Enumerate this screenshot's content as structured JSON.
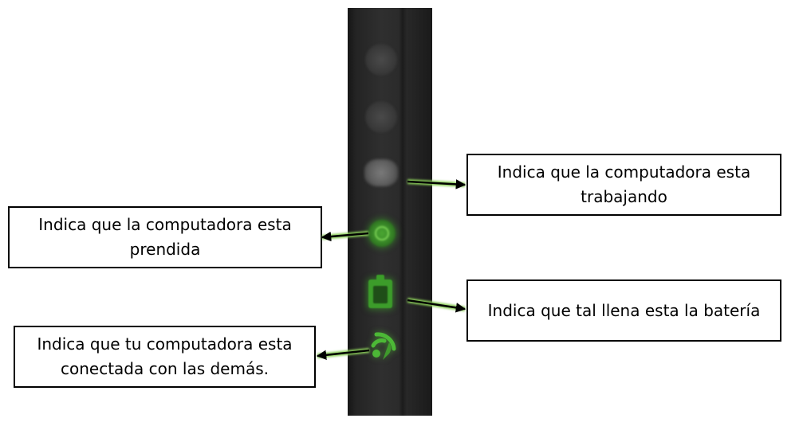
{
  "indicators": {
    "working": {
      "icon": "disk-activity-led",
      "state": "on"
    },
    "power": {
      "icon": "power-icon",
      "state": "on",
      "color": "#3d8f2a"
    },
    "battery": {
      "icon": "battery-icon",
      "state": "on",
      "color": "#3c9c2a"
    },
    "network": {
      "icon": "wireless-icon",
      "state": "on",
      "color": "#4cb836"
    }
  },
  "callouts": {
    "working": {
      "line1": "Indica que la computadora esta",
      "line2": "trabajando"
    },
    "power": {
      "line1": "Indica que la computadora esta",
      "line2": "prendida"
    },
    "battery": {
      "line1": "Indica que tal llena esta la batería"
    },
    "network": {
      "line1": "Indica que tu computadora esta",
      "line2": "conectada con las demás."
    }
  }
}
